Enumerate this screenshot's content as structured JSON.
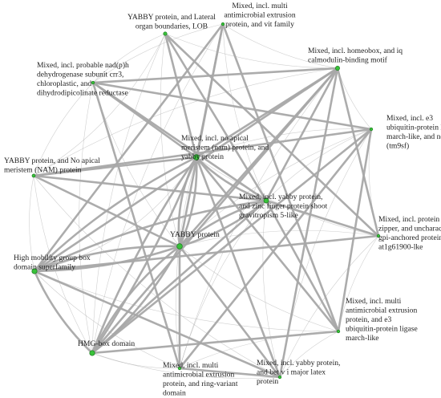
{
  "colors": {
    "edge": "#a8a8a8",
    "node_fill": "#39c23a",
    "node_stroke": "#1b7a1f",
    "label": "#1e1e1e",
    "background": "#ffffff"
  },
  "nodes": [
    {
      "id": "yabby-lob",
      "name": "node-yabby-lob",
      "label_lines": [
        "YABBY protein, and Lateral",
        "organ boundaries, LOB"
      ]
    },
    {
      "id": "multi-vit",
      "name": "node-multi-vit",
      "label_lines": [
        "Mixed, incl. multi",
        "antimicrobial extrusion",
        "protein, and vit family"
      ]
    },
    {
      "id": "nadph",
      "name": "node-nadph",
      "label_lines": [
        "Mixed, incl. probable nad(p)h",
        "dehydrogenase subunit crr3,",
        "chloroplastic, and",
        "dihydrodipicolinate reductase"
      ]
    },
    {
      "id": "homeobox",
      "name": "node-homeobox",
      "label_lines": [
        "Mixed, incl. homeobox, and iq",
        "calmodulin-binding motif"
      ]
    },
    {
      "id": "e3-march",
      "name": "node-e3-march",
      "label_lines": [
        "Mixed, incl. e3",
        "ubiquitin-protein ligase",
        "march-like, and nonaspan",
        "(tm9sf)"
      ]
    },
    {
      "id": "no-apical",
      "name": "node-no-apical",
      "label_lines": [
        "Mixed, incl. no apical",
        "meristem (nam) protein, and",
        "yabby protein"
      ]
    },
    {
      "id": "yabby-nam",
      "name": "node-yabby-nam",
      "label_lines": [
        "YABBY protein, and No apical",
        "meristem (NAM) protein"
      ]
    },
    {
      "id": "zinc-finger",
      "name": "node-zinc-finger",
      "label_lines": [
        "Mixed, incl. yabby protein,",
        "and zinc finger protein shoot",
        "gravitropism 5-like"
      ]
    },
    {
      "id": "protein-li",
      "name": "node-protein-li",
      "label_lines": [
        "Mixed, incl. protein li",
        "zipper, and uncharacter",
        "gpi-anchored protein",
        "at1g61900-lke"
      ]
    },
    {
      "id": "yabby",
      "name": "node-yabby",
      "label_lines": [
        "YABBY protein"
      ]
    },
    {
      "id": "hmg-super",
      "name": "node-hmg-superfamily",
      "label_lines": [
        "High mobility group box",
        "domain superfamily"
      ]
    },
    {
      "id": "multi-e3",
      "name": "node-multi-e3",
      "label_lines": [
        "Mixed, incl. multi",
        "antimicrobial extrusion",
        "protein, and e3",
        "ubiquitin-protein ligase",
        "march-like"
      ]
    },
    {
      "id": "hmg-box",
      "name": "node-hmg-box",
      "label_lines": [
        "HMG-box domain"
      ]
    },
    {
      "id": "multi-ring",
      "name": "node-multi-ring",
      "label_lines": [
        "Mixed, incl. multi",
        "antimicrobial extrusion",
        "protein, and ring-variant",
        "domain"
      ]
    },
    {
      "id": "betv",
      "name": "node-betv",
      "label_lines": [
        "Mixed, incl. yabby protein,",
        "and bet v i major latex",
        "protein"
      ]
    }
  ]
}
